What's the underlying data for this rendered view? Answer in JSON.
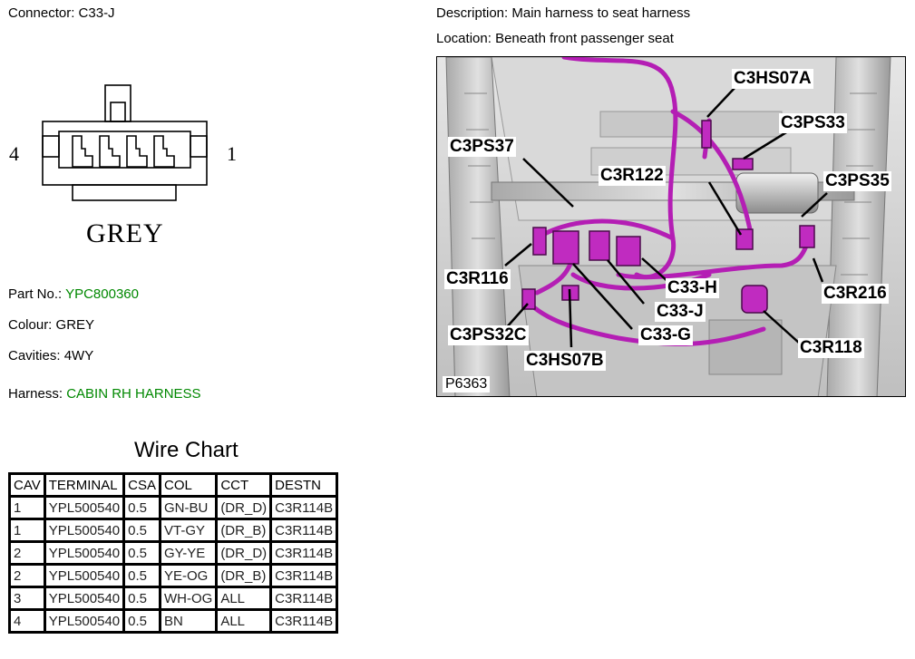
{
  "connector": {
    "label": "Connector:",
    "id": "C33-J",
    "pin_left": "4",
    "pin_right": "1",
    "colour_caption": "GREY"
  },
  "details": {
    "part_no_label": "Part No.:",
    "part_no": "YPC800360",
    "colour_label": "Colour:",
    "colour": "GREY",
    "cavities_label": "Cavities:",
    "cavities": "4WY",
    "harness_label": "Harness:",
    "harness": "CABIN RH HARNESS"
  },
  "info": {
    "description_label": "Description:",
    "description": "Main harness to seat harness",
    "location_label": "Location:",
    "location": "Beneath front passenger seat"
  },
  "photo": {
    "ref": "P6363",
    "callouts": [
      "C3HS07A",
      "C3PS33",
      "C3PS37",
      "C3R122",
      "C3PS35",
      "C3R116",
      "C33-H",
      "C3R216",
      "C33-J",
      "C3PS32C",
      "C33-G",
      "C3R118",
      "C3HS07B"
    ]
  },
  "wire_chart": {
    "title": "Wire Chart",
    "headers": [
      "CAV",
      "TERMINAL",
      "CSA",
      "COL",
      "CCT",
      "DESTN"
    ],
    "rows": [
      [
        "1",
        "YPL500540",
        "0.5",
        "GN-BU",
        "(DR_D)",
        "C3R114B"
      ],
      [
        "1",
        "YPL500540",
        "0.5",
        "VT-GY",
        "(DR_B)",
        "C3R114B"
      ],
      [
        "2",
        "YPL500540",
        "0.5",
        "GY-YE",
        "(DR_D)",
        "C3R114B"
      ],
      [
        "2",
        "YPL500540",
        "0.5",
        "YE-OG",
        "(DR_B)",
        "C3R114B"
      ],
      [
        "3",
        "YPL500540",
        "0.5",
        "WH-OG",
        "ALL",
        "C3R114B"
      ],
      [
        "4",
        "YPL500540",
        "0.5",
        "BN",
        "ALL",
        "C3R114B"
      ]
    ]
  },
  "colors": {
    "link_green": "#008800",
    "harness_magenta": "#b41eb4"
  }
}
